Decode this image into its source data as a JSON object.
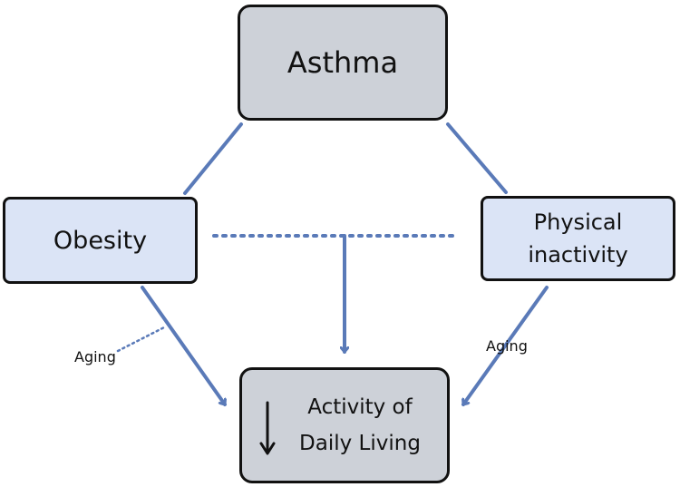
{
  "nodes": {
    "asthma": "Asthma",
    "obesity": "Obesity",
    "physical_inactivity": [
      "Physical",
      "inactivity"
    ],
    "outcome": [
      "Activity of",
      "Daily Living"
    ]
  },
  "edge_labels": {
    "aging_left": "Aging",
    "aging_right": "Aging"
  },
  "colors": {
    "edge": "#5a7ab8",
    "node_border": "#111111",
    "grey_fill": "#cdd1d8",
    "blue_fill": "#dbe4f6"
  },
  "icons": {
    "outcome_marker": "down-arrow-icon"
  }
}
